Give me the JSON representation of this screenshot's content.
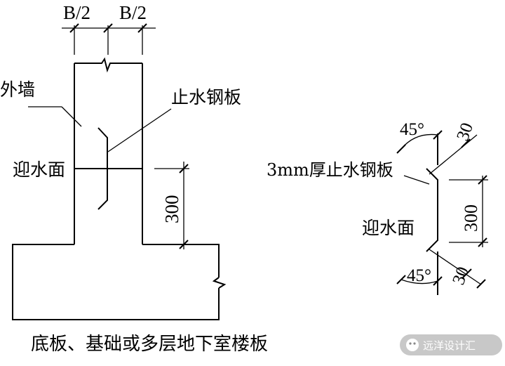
{
  "left_detail": {
    "dim_half_left": "B/2",
    "dim_half_right": "B/2",
    "label_outer_wall": "外墙",
    "label_waterstop": "止水钢板",
    "label_water_face": "迎水面",
    "dim_height": "300",
    "caption": "底板、基础或多层地下室楼板"
  },
  "right_detail": {
    "angle_top": "45°",
    "dim_top_offset": "30",
    "label_plate": "3mm厚止水钢板",
    "label_water_face": "迎水面",
    "dim_height": "300",
    "angle_bottom": "45°",
    "dim_bottom_offset": "30"
  },
  "watermark": {
    "text": "远洋设计汇",
    "icon": "wechat-icon"
  }
}
